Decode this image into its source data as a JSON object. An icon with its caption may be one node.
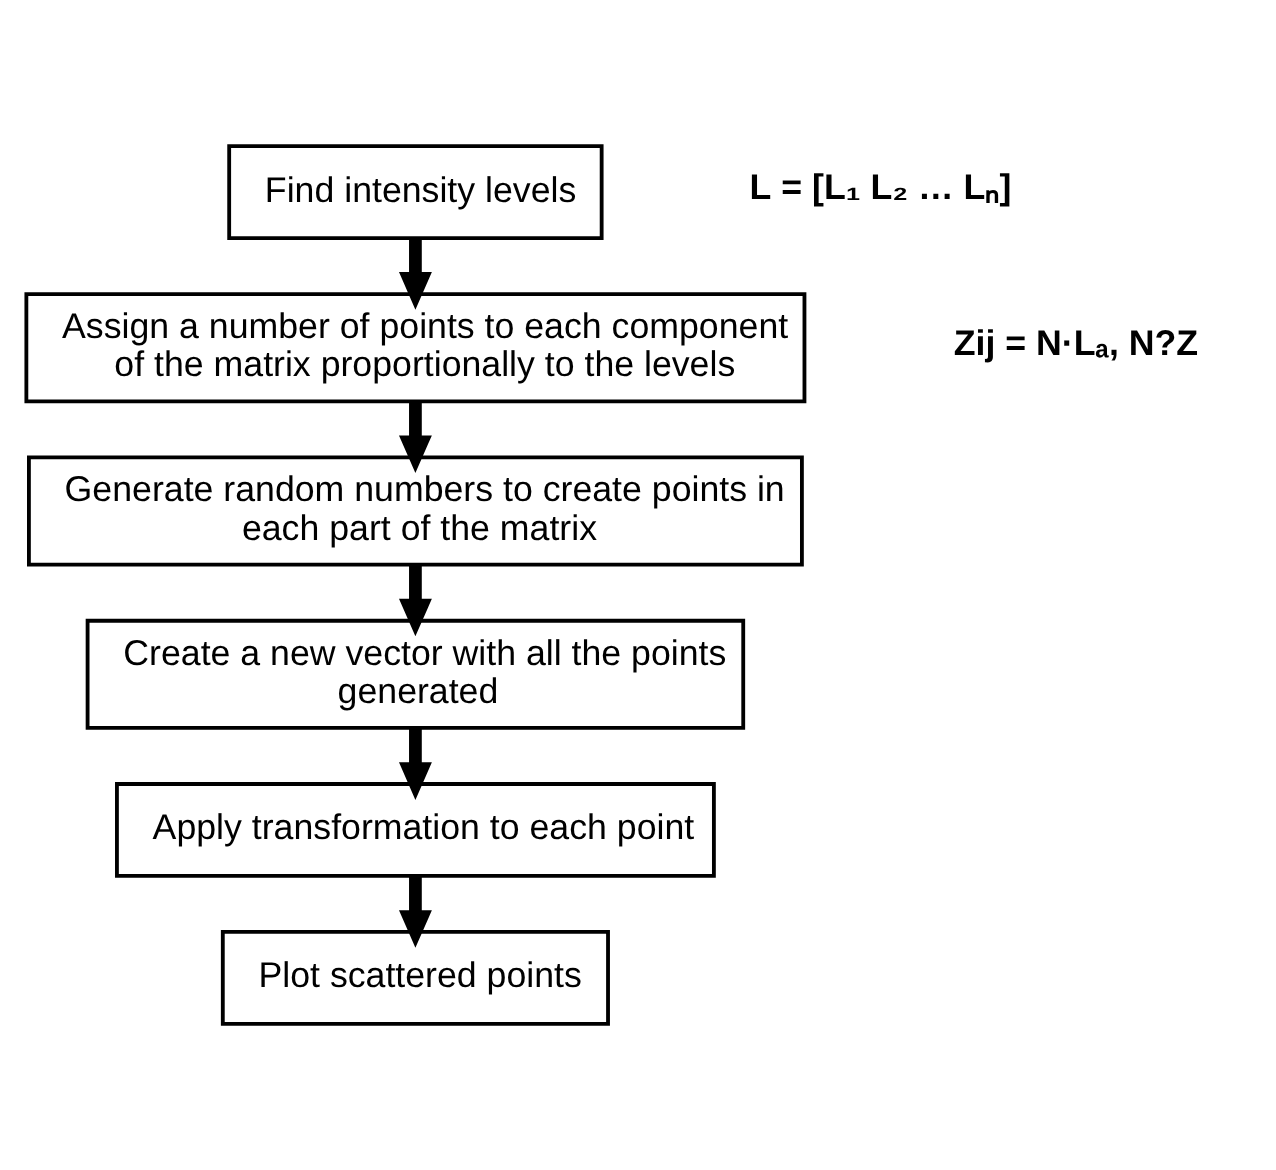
{
  "diagram": {
    "nodes": [
      {
        "text": [
          "Find intensity levels"
        ]
      },
      {
        "text": [
          "Assign a number of points to each component of the matrix proportionally to the levels"
        ]
      },
      {
        "text": [
          "Generate random numbers to create points in each part of the matrix"
        ]
      },
      {
        "text": [
          "Create a new vector with all the points generated"
        ]
      },
      {
        "text": [
          "Apply transformation to each point"
        ]
      },
      {
        "text": [
          "Plot scattered points"
        ]
      }
    ],
    "edges": [
      {
        "from": 0,
        "to": 1,
        "arrow": "to"
      },
      {
        "from": 1,
        "to": 2,
        "arrow": "to"
      },
      {
        "from": 2,
        "to": 3,
        "arrow": "to"
      },
      {
        "from": 3,
        "to": 4,
        "arrow": "to"
      },
      {
        "from": 4,
        "to": 5,
        "arrow": "to"
      }
    ],
    "labels": [
      "L = [L₁ L₂ … Lₙ]",
      "Zij = N·Lₐ, N?Z"
    ]
  }
}
